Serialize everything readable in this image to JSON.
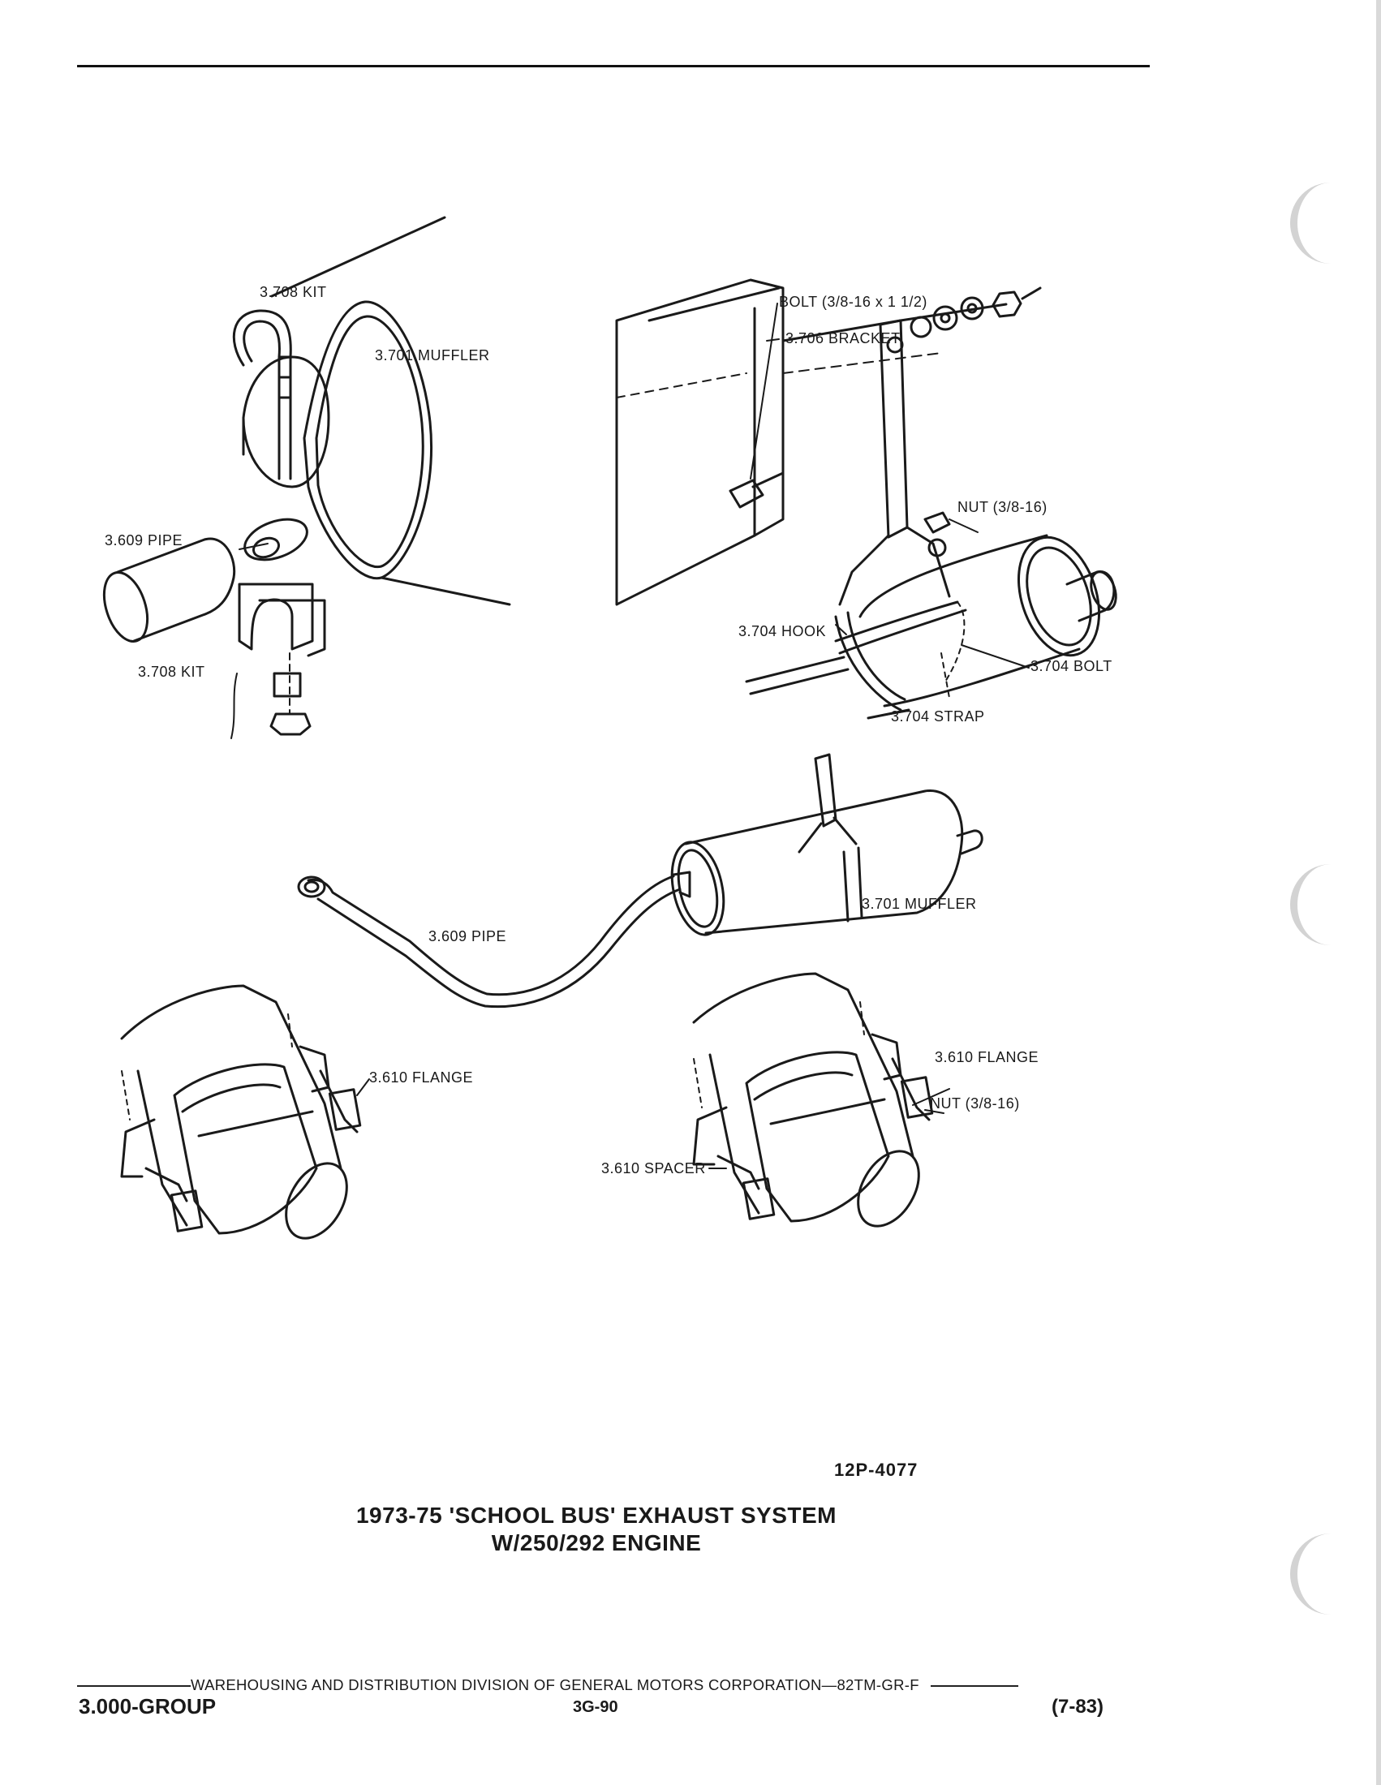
{
  "figure": {
    "labels": {
      "kit_top": "3.708 KIT",
      "muffler_detail": "3.701 MUFFLER",
      "pipe_detail": "3.609 PIPE",
      "kit_bottom": "3.708 KIT",
      "bolt": "BOLT (3/8-16 x 1 1/2)",
      "bracket": "3.706 BRACKET",
      "nut_upper": "NUT (3/8-16)",
      "hook": "3.704 HOOK",
      "bolt_704": "3.704 BOLT",
      "strap": "3.704 STRAP",
      "muffler_main": "3.701 MUFFLER",
      "pipe_main": "3.609 PIPE",
      "flange_left": "3.610 FLANGE",
      "flange_right": "3.610 FLANGE",
      "nut_lower": "NUT (3/8-16)",
      "spacer": "3.610 SPACER"
    },
    "code": "12P-4077",
    "title_line1": "1973-75 'SCHOOL BUS' EXHAUST SYSTEM",
    "title_line2": "W/250/292 ENGINE"
  },
  "footer": {
    "division": "WAREHOUSING AND DISTRIBUTION  DIVISION OF GENERAL MOTORS CORPORATION—82TM-GR-F",
    "group": "3.000-GROUP",
    "page": "3G-90",
    "date": "(7-83)"
  }
}
